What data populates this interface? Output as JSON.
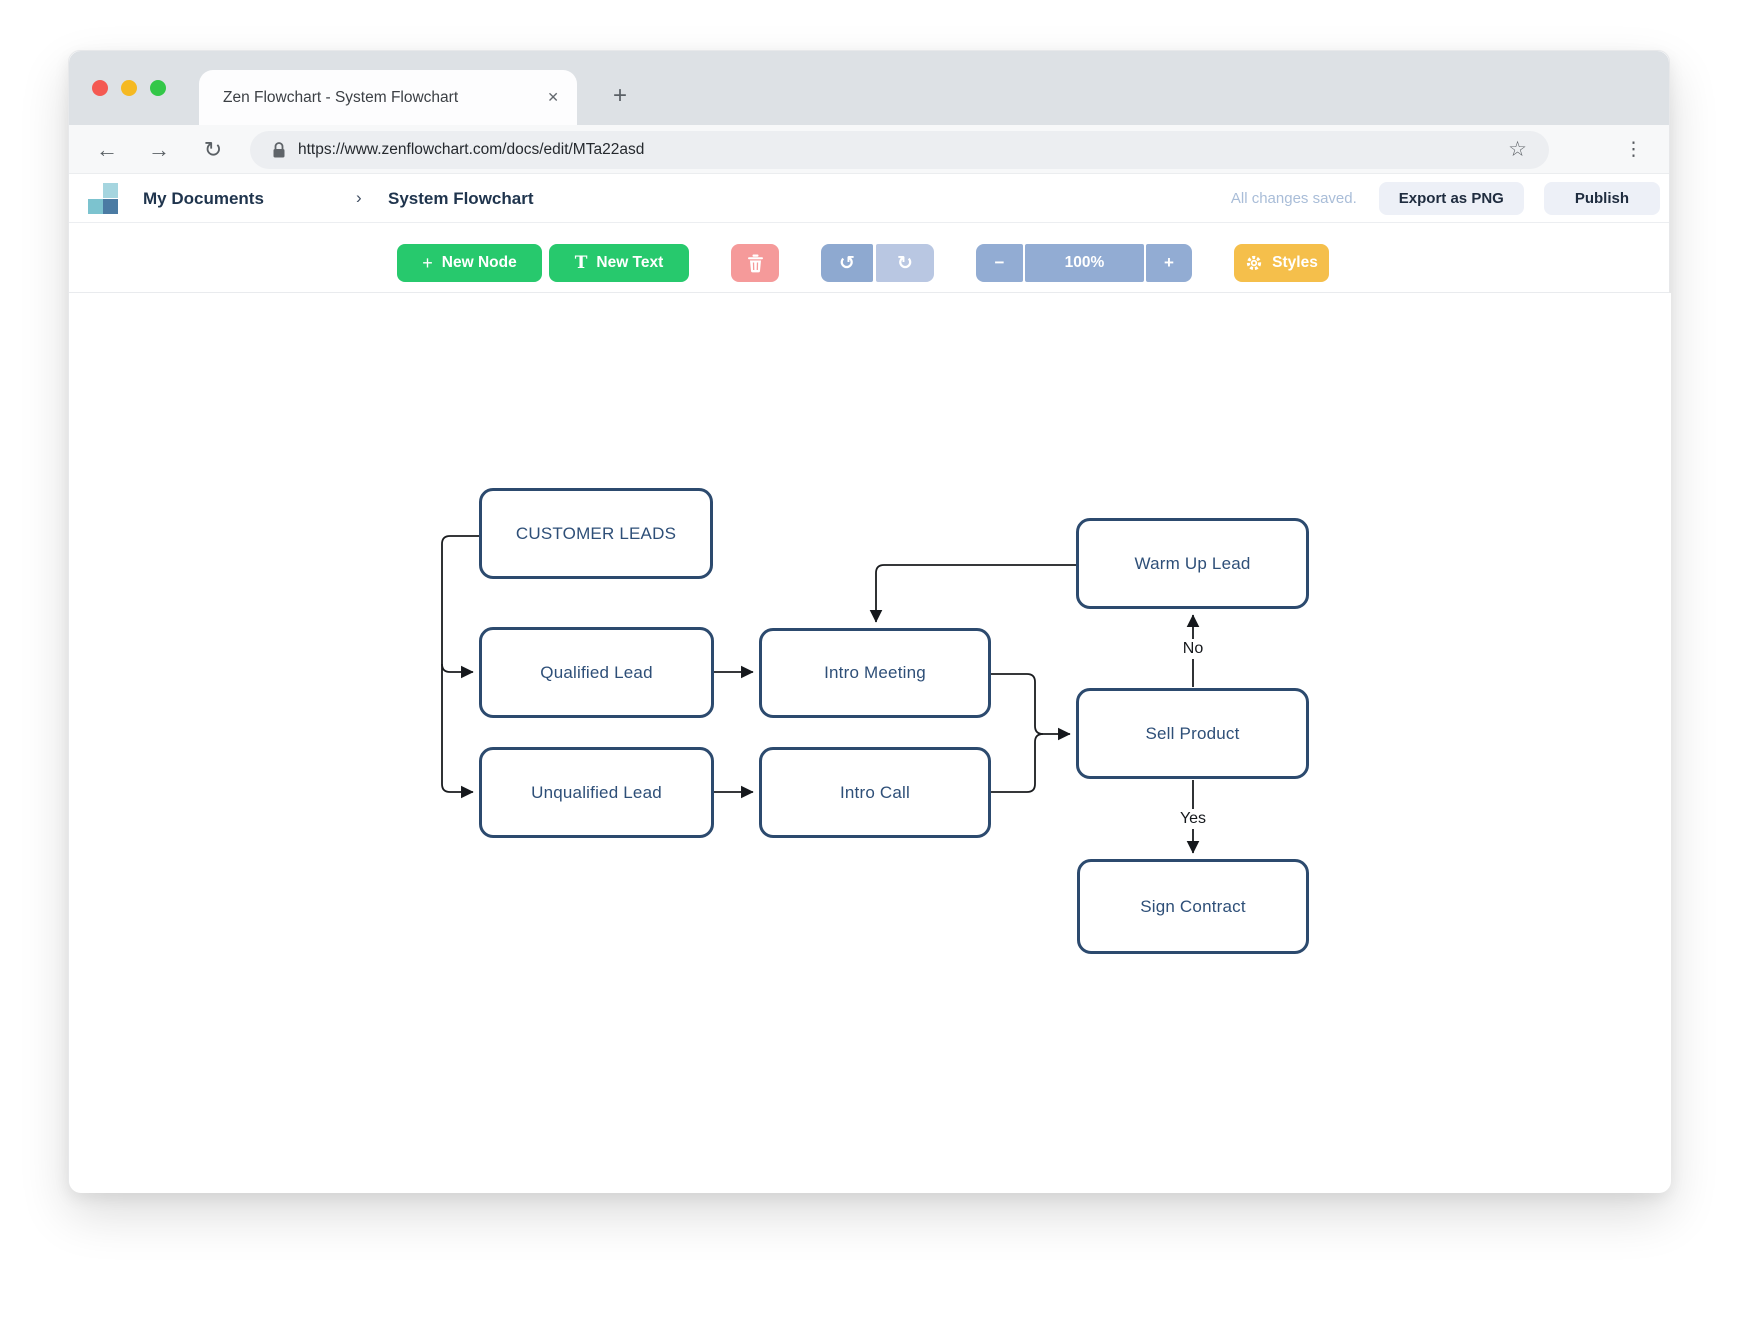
{
  "browser": {
    "tab_title": "Zen Flowchart - System Flowchart",
    "url": "https://www.zenflowchart.com/docs/edit/MTa22asd"
  },
  "icons": {
    "close": "✕",
    "new_tab": "+",
    "back": "←",
    "forward": "→",
    "reload": "↻",
    "star": "☆",
    "menu": "⋮",
    "chevron": "›",
    "node_plus": "+",
    "text_T": "T",
    "undo": "↺",
    "redo": "↻"
  },
  "header": {
    "breadcrumb_root": "My Documents",
    "breadcrumb_current": "System Flowchart",
    "status": "All changes saved.",
    "export_label": "Export as PNG",
    "publish_label": "Publish"
  },
  "toolbar": {
    "new_node_label": "New Node",
    "new_text_label": "New Text",
    "zoom_out": "−",
    "zoom_level": "100%",
    "zoom_in": "+",
    "styles_label": "Styles"
  },
  "flowchart": {
    "nodes": [
      {
        "id": "customer-leads",
        "label": "CUSTOMER LEADS"
      },
      {
        "id": "qualified-lead",
        "label": "Qualified Lead"
      },
      {
        "id": "unqualified-lead",
        "label": "Unqualified Lead"
      },
      {
        "id": "intro-meeting",
        "label": "Intro Meeting"
      },
      {
        "id": "intro-call",
        "label": "Intro Call"
      },
      {
        "id": "warm-up-lead",
        "label": "Warm Up Lead"
      },
      {
        "id": "sell-product",
        "label": "Sell Product"
      },
      {
        "id": "sign-contract",
        "label": "Sign Contract"
      }
    ],
    "edges": [
      {
        "from": "CUSTOMER LEADS",
        "to": "Qualified Lead",
        "label": ""
      },
      {
        "from": "CUSTOMER LEADS",
        "to": "Unqualified Lead",
        "label": ""
      },
      {
        "from": "Qualified Lead",
        "to": "Intro Meeting",
        "label": ""
      },
      {
        "from": "Unqualified Lead",
        "to": "Intro Call",
        "label": ""
      },
      {
        "from": "Intro Meeting",
        "to": "Sell Product",
        "label": ""
      },
      {
        "from": "Intro Call",
        "to": "Sell Product",
        "label": ""
      },
      {
        "from": "Warm Up Lead",
        "to": "Intro Meeting",
        "label": ""
      },
      {
        "from": "Sell Product",
        "to": "Warm Up Lead",
        "label": "No"
      },
      {
        "from": "Sell Product",
        "to": "Sign Contract",
        "label": "Yes"
      }
    ]
  },
  "colors": {
    "accent_green": "#27c96d",
    "accent_yellow": "#f5bf4b",
    "accent_red": "#f59a9a",
    "accent_blue": "#92acd3",
    "node_border": "#2c4a6e",
    "status_text": "#a9bdd8",
    "traffic_red": "#f45952",
    "traffic_yellow": "#f5b922",
    "traffic_green": "#33c748"
  }
}
